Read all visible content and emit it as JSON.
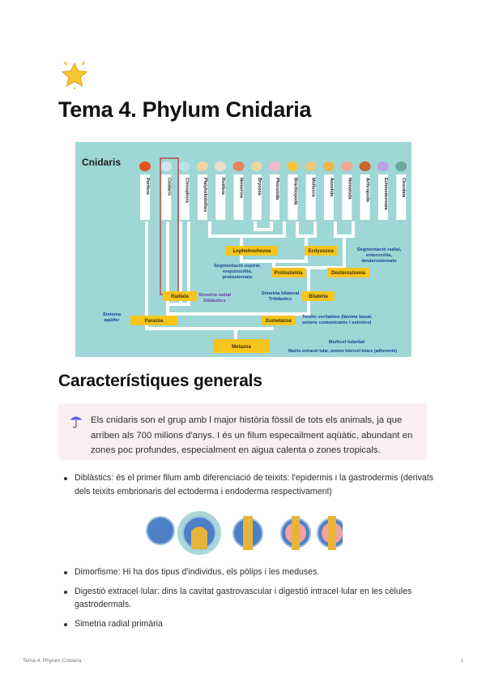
{
  "page": {
    "icon": "glowing-star-icon",
    "title": "Tema 4. Phylum Cnidaria"
  },
  "phylogeny_figure": {
    "heading": "Cnidaris",
    "taxa": [
      "Porifera",
      "Cnidaris",
      "Ctenophora",
      "Platyhelminthes",
      "Rotifera",
      "Nemertea",
      "Bryozoa",
      "Phoronida",
      "Brachiopoda",
      "Mollusca",
      "Annelida",
      "Nematoda",
      "Arthropoda",
      "Echinodermata",
      "Chordata"
    ],
    "highlighted_taxon": "Cnidaris",
    "nodes": {
      "lophotrochozoa": "Lophotrochozoa",
      "ecdysozoa": "Ecdysozoa",
      "protostomia": "Protostomia",
      "deuterostomia": "Deuterostomia",
      "radiata": "Radiata",
      "bilateria": "Bilateria",
      "parazoa": "Parazoa",
      "eumetazoa": "Eumetazoa",
      "metazoa": "Metazoa"
    },
    "annotations": {
      "spiral": [
        "Segmentació espiral,",
        "esquizocèlia,",
        "protostomats"
      ],
      "radial_seg": [
        "Segmentació radial,",
        "enterocèlia,",
        "deuterostomats"
      ],
      "radial_sym": [
        "Simetria radial",
        "Diblàstics"
      ],
      "bilateral_sym": [
        "Simetria bilateral",
        "Triblàstics"
      ],
      "aquifer": [
        "Sistema",
        "aqüífer"
      ],
      "tissues": [
        "Teixits veritables (làmina basal,",
        "unions comunicants i estretes)"
      ],
      "multicellular": "Multicel·lularitat",
      "matrix": "Matriu extracel·lular, unions intercel·lulars (adherents)"
    },
    "colors": {
      "background": "#9fd6d6",
      "node_fill": "#f7c51e",
      "highlight_box": "#c0392b",
      "blue_text": "#1f3f8f",
      "purple_text": "#6a3fa0"
    }
  },
  "section": {
    "heading": "Característiques generals",
    "callout": {
      "icon": "umbrella-icon",
      "text": "Els cnidaris son el grup amb l major història fòssil de tots els animals, ja que arriben als 700 milions d'anys. I és un filum especailment aqüàtic, abundant en zones poc profundes, especialment en aigua calenta o zones tropicals."
    },
    "bullets_1": [
      "Diblàstics: és el primer filum amb diferenciació de teixits: l'epidermis i la gastrodermis (derivats dels teixits embrionaris del ectoderma i endoderma respectivament)"
    ],
    "bullets_2": [
      "Dimorfisme: Hi ha dos tipus d'individus, els pòlips i les meduses.",
      "Digestió extracel·lular: dins la cavitat gastrovascular i digestió intracel·lular en les cèlules gastrodermals.",
      "Simetria radial primària"
    ]
  },
  "footer": {
    "left": "Tema 4. Phylum Cnidaria",
    "page_number": "1"
  }
}
